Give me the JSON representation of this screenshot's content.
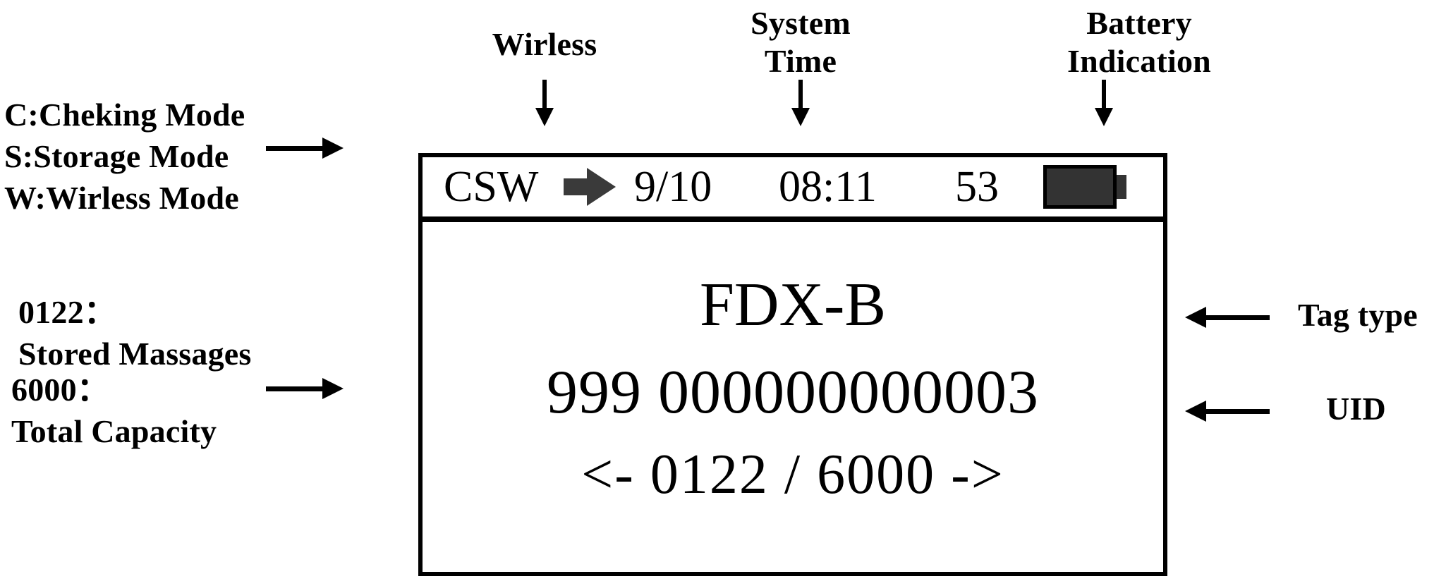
{
  "annotations": {
    "wireless": {
      "label": "Wirless"
    },
    "system_time": {
      "label": "System\nTime"
    },
    "battery": {
      "label": "Battery\nIndication"
    },
    "modes": {
      "label": "C:Cheking Mode\nS:Storage Mode\nW:Wirless Mode"
    },
    "stored": {
      "label": "0122：\nStored Massages"
    },
    "capacity": {
      "label": "6000：\nTotal Capacity"
    },
    "tag_type": {
      "label": "Tag type"
    },
    "uid": {
      "label": "UID"
    }
  },
  "device": {
    "status_bar": {
      "mode_flags": "CSW",
      "wireless_icon": "arrow-right-icon",
      "date": "9/10",
      "time": "08:11",
      "battery_percent": "53",
      "battery_icon": "battery-full-icon"
    },
    "screen": {
      "tag_type": "FDX-B",
      "uid": "999 000000000003",
      "record_nav": "<-  0122  / 6000  ->",
      "record_index": "0122",
      "record_total": "6000",
      "prev_arrow": "<-",
      "next_arrow": "->"
    }
  },
  "colors": {
    "ink": "#000000",
    "battery_fill": "#333333",
    "wireless_arrow": "#3a3a3a",
    "background": "#ffffff"
  }
}
